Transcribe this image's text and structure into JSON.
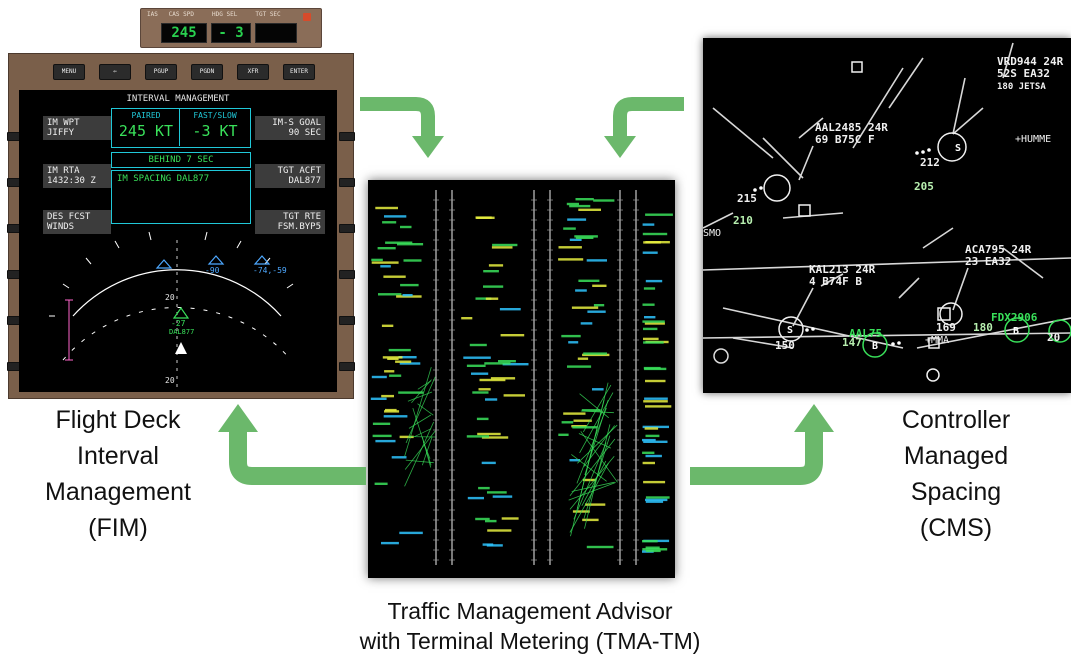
{
  "captions": {
    "fim": {
      "line1": "Flight Deck",
      "line2": "Interval",
      "line3": "Management",
      "line4": "(FIM)"
    },
    "cms": {
      "line1": "Controller",
      "line2": "Managed",
      "line3": "Spacing",
      "line4": "(CMS)"
    },
    "tma": {
      "line1": "Traffic Management Advisor",
      "line2": "with Terminal Metering (TMA-TM)"
    }
  },
  "mcp": {
    "window1": "245",
    "window2": "- 3"
  },
  "fim_display": {
    "top_keys": [
      "MENU",
      "⇐",
      "PGUP",
      "PGDN",
      "XFR",
      "ENTER"
    ],
    "title": "INTERVAL MANAGEMENT",
    "paired_label": "PAIRED",
    "paired_value": "245 KT",
    "fastslow_label": "FAST/SLOW",
    "fastslow_value": "-3 KT",
    "behind": "BEHIND 7 SEC",
    "spacing": "IM SPACING DAL877",
    "left_fields": [
      {
        "l1": "IM WPT",
        "l2": "JIFFY"
      },
      {
        "l1": "IM RTA",
        "l2": "1432:30 Z"
      },
      {
        "l1": "DES FCST",
        "l2": "WINDS"
      }
    ],
    "right_fields": [
      {
        "l1": "IM-S GOAL",
        "l2": "90 SEC"
      },
      {
        "l1": "TGT ACFT",
        "l2": "DAL877"
      },
      {
        "l1": "TGT RTE",
        "l2": "FSM.BYP5"
      }
    ],
    "traffic": [
      {
        "label": "-90",
        "label2": "",
        "color": "#4da8ff"
      },
      {
        "label": "-74,-59",
        "label2": "",
        "color": "#4da8ff"
      },
      {
        "label": "-27",
        "label2": "DAL877",
        "color": "#39e05a"
      }
    ],
    "range_marks": [
      "20",
      "20"
    ]
  },
  "cms_display": {
    "tags": [
      {
        "l1": "VRD944 24R",
        "l2": "52S EA32",
        "l3": "180 JETSA"
      },
      {
        "l1": "AAL2485 24R",
        "l2": "69 B75C F",
        "l3": ""
      },
      {
        "l1": "ACA795 24R",
        "l2": "23 EA32",
        "l3": ""
      },
      {
        "l1": "KAL213 24R",
        "l2": "4 B74F B",
        "l3": ""
      }
    ],
    "numbers": [
      "212",
      "205",
      "215",
      "210",
      "150",
      "147",
      "169",
      "180",
      "20"
    ],
    "green_tags": [
      "AAL75",
      "FDX2906"
    ],
    "waypoints": [
      "+HUMME",
      "+MMA",
      "SMO"
    ]
  },
  "colors": {
    "arrow": "#6bb86b",
    "fim_frame": "#7a5f4a",
    "cyan": "#20c8d8",
    "green_text": "#39e05a"
  }
}
